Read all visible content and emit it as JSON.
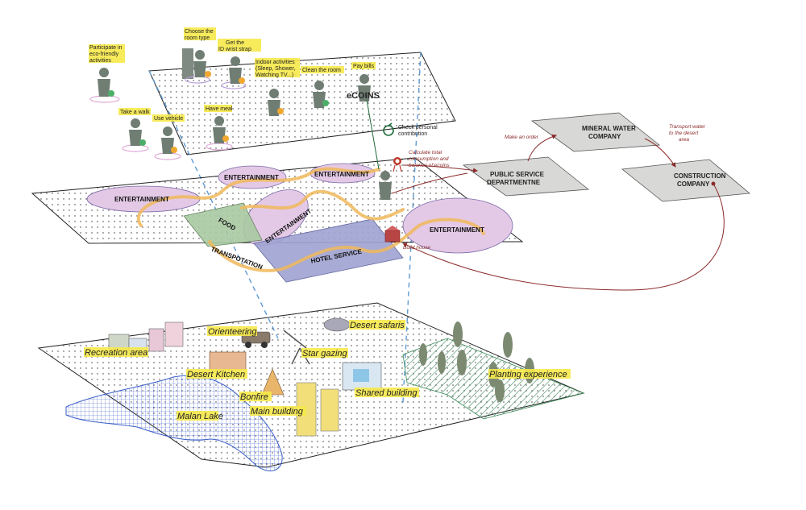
{
  "colors": {
    "accent_red": "#8b2a2a",
    "highlight": "#f6e94a",
    "entertainment_fill": "#e4c9e6",
    "food_fill": "#a9c9a2",
    "hotel_fill": "#9fa3d1",
    "path_stroke": "#f0b95a",
    "company_fill": "#d8d9d6",
    "lake_stroke": "#3a5fc8",
    "dashed_line": "#5d9bd5"
  },
  "activities": {
    "participate": [
      "Participate in",
      "eco-friendly",
      "activities"
    ],
    "room_type": [
      "Choose the",
      "room type"
    ],
    "wrist_strap": [
      "Get the",
      "ID wrist strap"
    ],
    "indoor": [
      "Indoor activities",
      "(Sleep, Shower,",
      "Watching TV...)"
    ],
    "clean_room": "Clean the room",
    "pay_bills": "Pay bills",
    "take_walk": "Take a walk",
    "use_vehicle": "Use vehicle",
    "have_meal": "Have meal",
    "check_contribution": [
      "Check personal",
      "contribution"
    ],
    "ecoins_logo": "eCOINS"
  },
  "flow": {
    "calculate": [
      "Calculate total",
      "consumption and",
      "balance of ecoins"
    ],
    "make_order": "Make an order",
    "transport_water": [
      "Transport water",
      "to the desert",
      "area"
    ],
    "build_house": "Build house"
  },
  "companies": {
    "public_service": [
      "PUBLIC SERVICE",
      "DEPARTMENTNE"
    ],
    "mineral_water": [
      "MINERAL WATER",
      "COMPANY"
    ],
    "construction": [
      "CONSTRUCTION",
      "COMPANY"
    ]
  },
  "zones": {
    "entertainment": "ENTERTAINMENT",
    "food": "FOOD",
    "hotel": "HOTEL SERVICE",
    "transportation": "TRANSPOTATION"
  },
  "site": {
    "recreation": "Recreation area",
    "orienteering": "Orienteering",
    "desert_safaris": "Desert safaris",
    "star_gazing": "Star gazing",
    "desert_kitchen": "Desert Kitchen",
    "bonfire": "Bonfire",
    "shared_building": "Shared building",
    "main_building": "Main building",
    "malan_lake": "Malan Lake",
    "planting": "Planting experience"
  }
}
